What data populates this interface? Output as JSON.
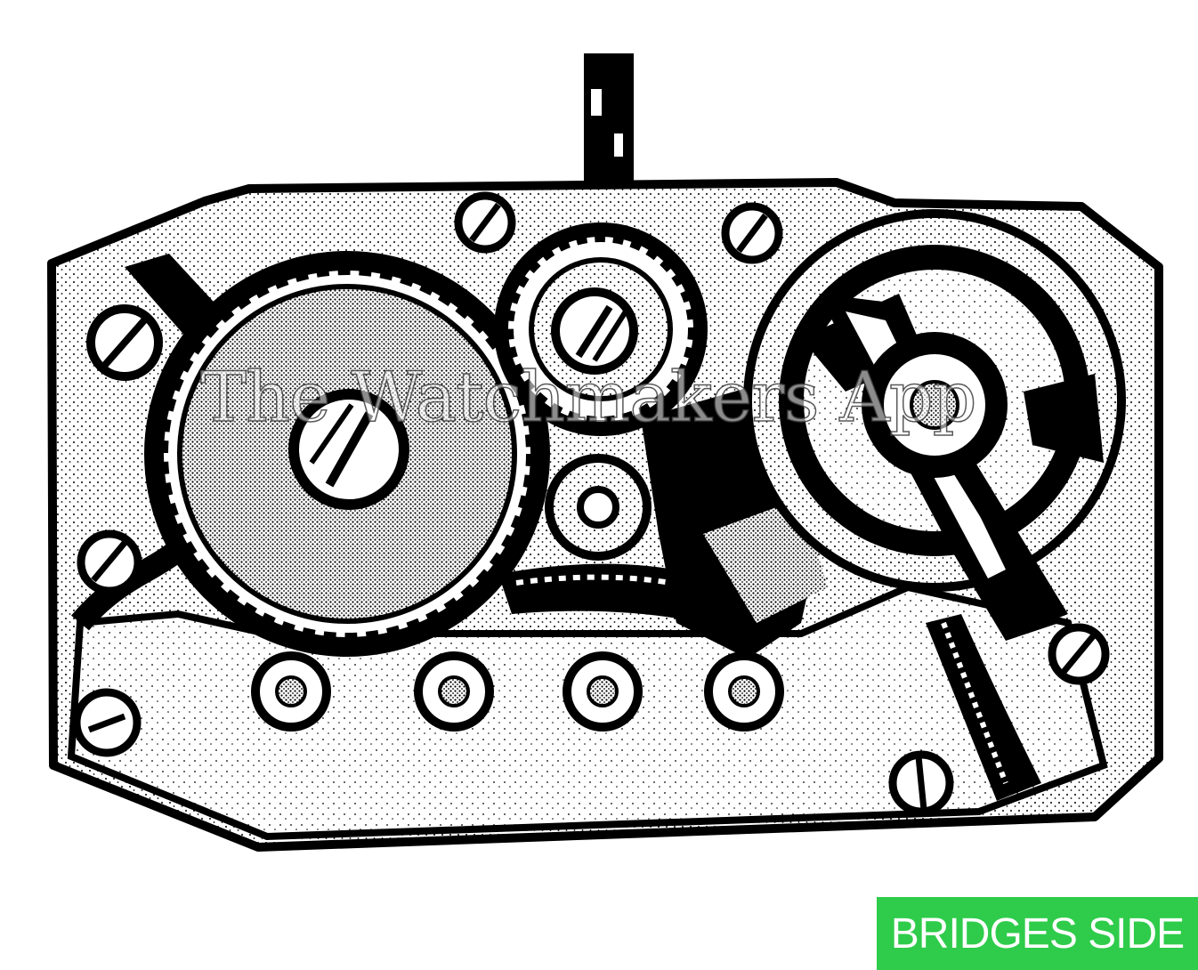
{
  "watermark": {
    "text": "The Watchmakers App"
  },
  "badge": {
    "text": "BRIDGES SIDE",
    "background": "#2ecc4a",
    "color": "#ffffff"
  },
  "palette": {
    "ink": "#000000",
    "paper": "#ffffff",
    "plate_stipple": "#000000"
  },
  "icons": [
    "watch-movement-illustration",
    "crown-stem",
    "mainspring-barrel",
    "crown-wheel",
    "balance-wheel",
    "screw",
    "jewel"
  ]
}
